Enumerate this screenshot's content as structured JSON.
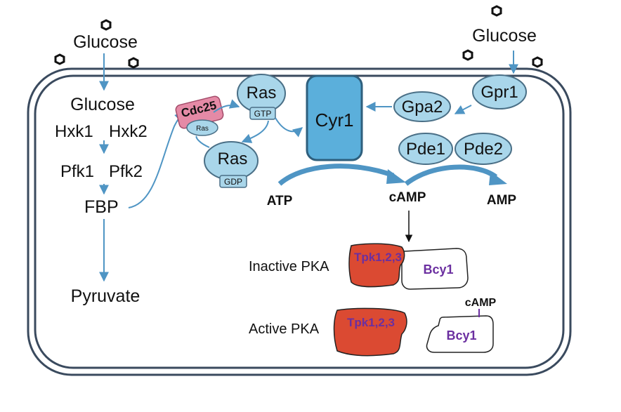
{
  "colors": {
    "cell_outline": "#3a4a5e",
    "arrow_blue": "#4f95c4",
    "protein_fill": "#a9d6ea",
    "protein_stroke": "#4a6f86",
    "cyr1_fill": "#5bafdb",
    "cdc25_fill": "#e58aa6",
    "tpk_fill": "#db4a32",
    "purple_text": "#6b2fa0"
  },
  "extracellular": {
    "glucose_left": "Glucose",
    "glucose_right": "Glucose"
  },
  "glycolysis": {
    "glucose": "Glucose",
    "hxk1": "Hxk1",
    "hxk2": "Hxk2",
    "pfk1": "Pfk1",
    "pfk2": "Pfk2",
    "fbp": "FBP",
    "pyruvate": "Pyruvate"
  },
  "ras_pathway": {
    "cdc25": "Cdc25",
    "cdc25_ras": "Ras",
    "ras_gtp": "Ras",
    "gtp": "GTP",
    "ras_gdp": "Ras",
    "gdp": "GDP"
  },
  "gpcr_pathway": {
    "cyr1": "Cyr1",
    "gpa2": "Gpa2",
    "gpr1": "Gpr1",
    "pde1": "Pde1",
    "pde2": "Pde2"
  },
  "metabolites": {
    "atp": "ATP",
    "camp": "cAMP",
    "amp": "AMP"
  },
  "pka": {
    "inactive_label": "Inactive PKA",
    "active_label": "Active PKA",
    "tpk_inactive": "Tpk1,2,3",
    "bcy1_inactive": "Bcy1",
    "tpk_active": "Tpk1,2,3",
    "bcy1_active": "Bcy1",
    "camp_bound": "cAMP"
  }
}
